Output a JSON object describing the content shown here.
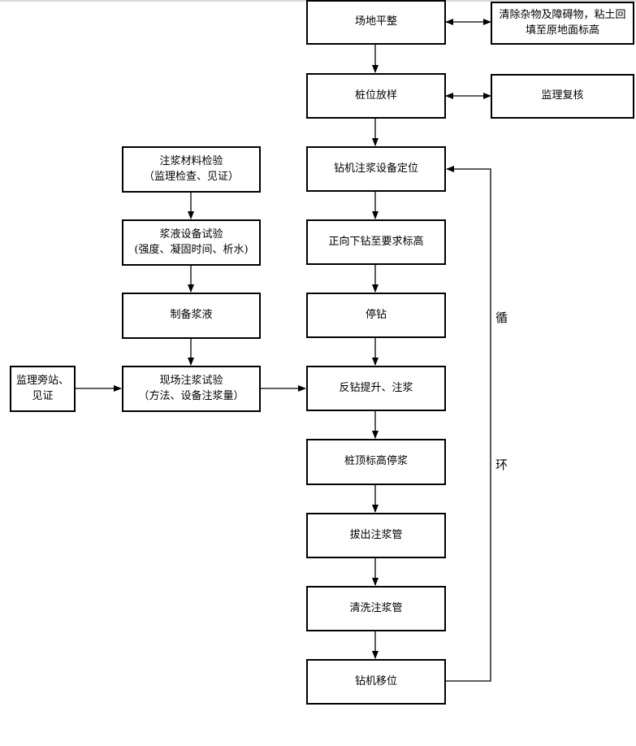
{
  "boxes": {
    "site_leveling": "场地平整",
    "clear_debris": "清除杂物及障碍物，粘土回填至原地面标高",
    "pile_layout": "桩位放样",
    "supervisor_recheck": "监理复核",
    "rig_positioning": "钻机注浆设备定位",
    "drill_down": "正向下钻至要求标高",
    "stop_drilling": "停钻",
    "reverse_grout": "反钻提升、注浆",
    "pile_top_stop": "桩顶标高停浆",
    "pull_pipe": "拔出注浆管",
    "clean_pipe": "清洗注浆管",
    "move_rig": "钻机移位",
    "material_inspection": "注浆材料检验",
    "material_inspection_sub": "（监理检查、见证）",
    "slurry_test": "浆液设备试验",
    "slurry_test_sub": "(强度、凝固时间、析水)",
    "prepare_slurry": "制备浆液",
    "field_test": "现场注浆试验",
    "field_test_sub": "（方法、设备注浆量）",
    "supervisor_witness": "监理旁站、见证"
  },
  "loop_label": {
    "char1": "循",
    "char2": "环"
  }
}
